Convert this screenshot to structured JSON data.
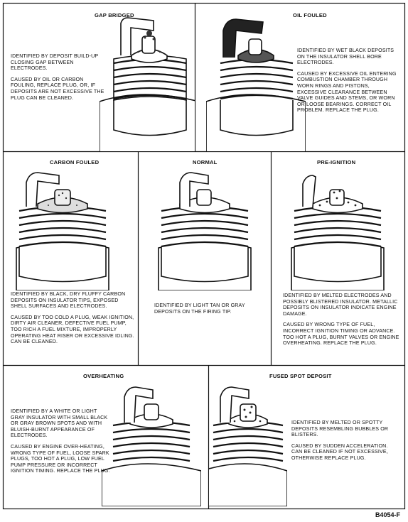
{
  "panels": {
    "gap_bridged": {
      "title": "GAP BRIDGED",
      "p1": "IDENTIFIED BY DEPOSIT BUILD-UP CLOSING GAP BETWEEN ELECTRODES.",
      "p2": "CAUSED BY OIL OR CARBON FOULING, REPLACE PLUG, OR, IF DEPOSITS ARE NOT EXCESSIVE THE PLUG CAN BE CLEANED."
    },
    "oil_fouled": {
      "title": "OIL FOULED",
      "p1": "IDENTIFIED BY WET BLACK DEPOSITS ON THE INSULATOR SHELL BORE ELECTRODES.",
      "p2": "CAUSED BY EXCESSIVE OIL ENTERING COMBUSTION CHAMBER THROUGH WORN RINGS AND PISTONS, EXCESSIVE CLEARANCE BETWEEN VALVE GUIDES AND STEMS, OR WORN OR LOOSE BEARINGS. CORRECT OIL PROBLEM. REPLACE THE PLUG."
    },
    "carbon_fouled": {
      "title": "CARBON FOULED",
      "p1": "IDENTIFIED BY BLACK, DRY FLUFFY CARBON DEPOSITS ON INSULATOR TIPS, EXPOSED SHELL SURFACES AND ELECTRODES.",
      "p2": "CAUSED BY TOO COLD A PLUG, WEAK IGNITION, DIRTY AIR CLEANER, DEFECTIVE FUEL PUMP, TOO RICH A FUEL MIXTURE, IMPROPERLY OPERATING HEAT RISER OR EXCESSIVE IDLING. CAN BE CLEANED."
    },
    "normal": {
      "title": "NORMAL",
      "p1": "IDENTIFIED BY LIGHT TAN OR GRAY DEPOSITS ON THE FIRING TIP."
    },
    "pre_ignition": {
      "title": "PRE-IGNITION",
      "p1": "IDENTIFIED BY MELTED ELECTRODES AND POSSIBLY BLISTERED INSULATOR. METALLIC DEPOSITS ON INSULATOR INDICATE ENGINE DAMAGE.",
      "p2": "CAUSED BY WRONG TYPE OF FUEL, INCORRECT IGNITION TIMING OR ADVANCE. TOO HOT A PLUG, BURNT VALVES OR ENGINE OVERHEATING. REPLACE THE PLUG."
    },
    "overheating": {
      "title": "OVERHEATING",
      "p1": "IDENTIFIED BY A WHITE OR LIGHT GRAY INSULATOR WITH SMALL BLACK OR GRAY BROWN SPOTS AND WITH BLUISH-BURNT APPEARANCE OF ELECTRODES.",
      "p2": "CAUSED BY ENGINE OVER-HEATING, WRONG TYPE OF FUEL, LOOSE SPARK PLUGS, TOO HOT A PLUG, LOW FUEL PUMP PRESSURE OR INCORRECT IGNITION TIMING. REPLACE THE PLUG."
    },
    "fused_spot": {
      "title": "FUSED SPOT DEPOSIT",
      "p1": "IDENTIFIED BY MELTED OR SPOTTY DEPOSITS RESEMBLING BUBBLES OR BLISTERS.",
      "p2": "CAUSED BY SUDDEN ACCELERATION. CAN BE CLEANED IF NOT EXCESSIVE, OTHERWISE REPLACE PLUG."
    }
  },
  "figure_code": "B4054-F"
}
